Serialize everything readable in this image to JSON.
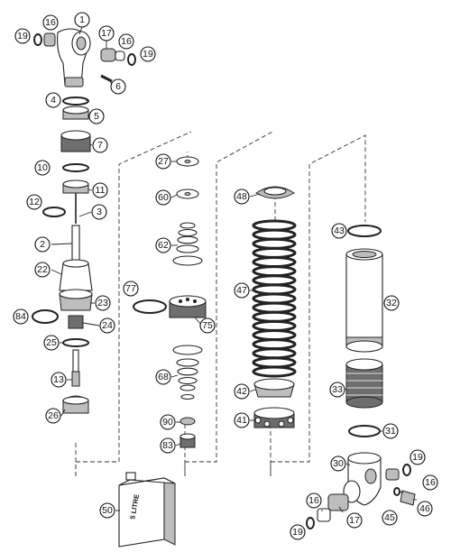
{
  "callouts": {
    "c1": "1",
    "c16a": "16",
    "c19a": "19",
    "c17a": "17",
    "c16b": "16",
    "c19b": "19",
    "c6": "6",
    "c4": "4",
    "c5": "5",
    "c7": "7",
    "c10": "10",
    "c11": "11",
    "c12": "12",
    "c3": "3",
    "c2": "2",
    "c22": "22",
    "c23": "23",
    "c84": "84",
    "c24": "24",
    "c25": "25",
    "c13": "13",
    "c26": "26",
    "c27": "27",
    "c60": "60",
    "c62": "62",
    "c77": "77",
    "c75": "75",
    "c68": "68",
    "c90": "90",
    "c83": "83",
    "c48": "48",
    "c47": "47",
    "c42": "42",
    "c41": "41",
    "c43": "43",
    "c32": "32",
    "c33": "33",
    "c31": "31",
    "c30": "30",
    "c19c": "19",
    "c16c": "16",
    "c46": "46",
    "c45": "45",
    "c16d": "16",
    "c17b": "17",
    "c19d": "19",
    "c50": "50"
  },
  "bottle_label": "5 LITRE"
}
